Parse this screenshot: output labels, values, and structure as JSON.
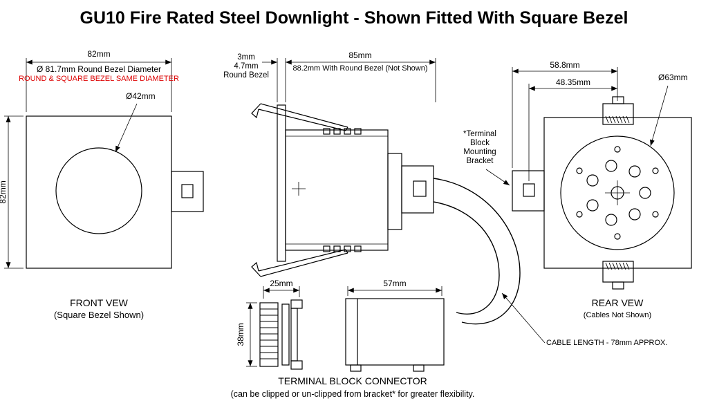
{
  "title": "GU10 Fire Rated Steel Downlight - Shown Fitted With Square Bezel",
  "front_view": {
    "width_dim": "82mm",
    "height_dim": "82mm",
    "bezel_diameter_note": "Ø 81.7mm Round Bezel Diameter",
    "bezel_same_note": "ROUND & SQUARE BEZEL SAME DIAMETER",
    "hole_dim": "Ø42mm",
    "label": "FRONT VEW",
    "sublabel": "(Square Bezel Shown)"
  },
  "side_view": {
    "bezel_dim_line1": "3mm",
    "bezel_dim_line2": "4.7mm",
    "bezel_dim_line3": "Round Bezel",
    "depth_dim": "85mm",
    "depth_note": "88.2mm With Round Bezel (Not Shown)",
    "bracket_note": "*Terminal\nBlock\nMounting\nBracket",
    "cable_note": "CABLE LENGTH - 78mm APPROX."
  },
  "rear_view": {
    "outer_dim": "58.8mm",
    "inner_dim": "48.35mm",
    "can_dim": "Ø63mm",
    "label": "REAR VEW",
    "sublabel": "(Cables Not Shown)"
  },
  "terminal_block": {
    "left_width_dim": "25mm",
    "right_width_dim": "57mm",
    "height_dim": "38mm",
    "label": "TERMINAL BLOCK CONNECTOR",
    "sublabel": "(can be clipped or un-clipped from bracket* for greater flexibility."
  },
  "colors": {
    "line": "#000000",
    "warning_text": "#dd0000",
    "background": "#ffffff"
  }
}
